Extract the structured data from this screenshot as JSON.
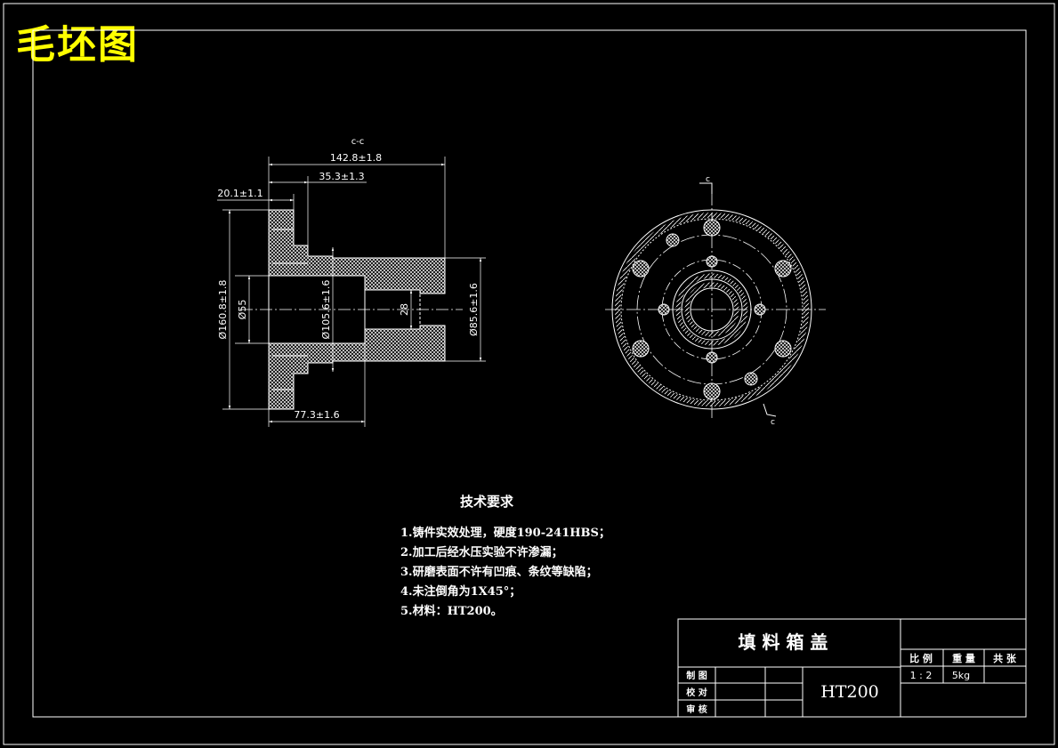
{
  "drawing": {
    "stage_title": "毛坯图",
    "section_label": "c-c",
    "cut_mark": "c",
    "dimensions": {
      "overall_length": "142.8±1.8",
      "flange_step": "35.3±1.3",
      "flange_thickness": "20.1±1.1",
      "outer_diameter": "Ø160.8±1.8",
      "bore_diameter": "Ø55",
      "inner_diameter": "Ø105.6±1.6",
      "hub_diameter": "Ø85.6±1.6",
      "inner_bore": "28",
      "inner_length": "77.3±1.6"
    }
  },
  "tech_requirements": {
    "title": "技术要求",
    "items": [
      "1.铸件实效处理，硬度190-241HBS；",
      "2.加工后经水压实验不许渗漏；",
      "3.研磨表面不许有凹痕、条纹等缺陷；",
      "4.未注倒角为1X45°；",
      "5.材料：HT200。"
    ]
  },
  "title_block": {
    "part_name": "填 料 箱 盖",
    "material": "HT200",
    "headers": {
      "scale": "比 例",
      "weight": "重 量",
      "sheets": "共  张"
    },
    "values": {
      "scale": "1 : 2",
      "weight": "5kg",
      "sheets": ""
    },
    "roles": {
      "drawn": "制 图",
      "checked": "校 对",
      "approved": "审 核"
    }
  },
  "colors": {
    "line": "#ffffff",
    "title": "#ffff00",
    "background": "#000000"
  }
}
